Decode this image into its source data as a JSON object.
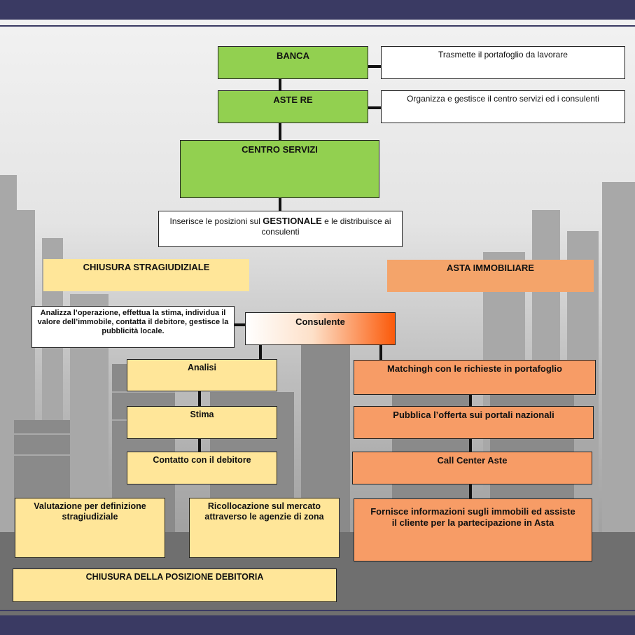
{
  "nodes": {
    "banca": "BANCA",
    "banca_desc": "Trasmette il portafoglio  da lavorare",
    "aste_re": "ASTE  RE",
    "aste_re_desc": "Organizza e gestisce il centro servizi ed i consulenti",
    "centro_servizi": "CENTRO  SERVIZI",
    "centro_desc_pre": "Inserisce le posizioni sul ",
    "centro_desc_bold": "GESTIONALE",
    "centro_desc_post": "  e le distribuisce ai consulenti",
    "chiusura_strag": "CHIUSURA  STRAGIUDIZIALE",
    "asta_imm": "ASTA  IMMOBILIARE",
    "consulente": "Consulente",
    "consulente_desc": "Analizza l’operazione, effettua la stima, individua il valore dell’immobile, contatta il debitore, gestisce la pubblicità locale.",
    "analisi": "Analisi",
    "stima": "Stima",
    "contatto": "Contatto con il debitore",
    "valutazione": "Valutazione per definizione stragiudiziale",
    "ricollocazione": "Ricollocazione sul mercato attraverso  le agenzie di zona",
    "chiusura_posizione": "CHIUSURA DELLA POSIZIONE DEBITORIA",
    "matching": "Matchingh con le richieste in portafoglio",
    "pubblica": "Pubblica l’offerta sui portali nazionali",
    "call_center": "Call  Center Aste",
    "fornisce": "Fornisce informazioni sugli immobili  ed assiste il  cliente per la partecipazione in Asta"
  },
  "colors": {
    "band": "#3a3a63",
    "green": "#92d050",
    "yellow": "#ffe699",
    "orange": "#f79c66",
    "orange_header": "#f4a46a",
    "gradient_end": "#fb5a0a"
  }
}
